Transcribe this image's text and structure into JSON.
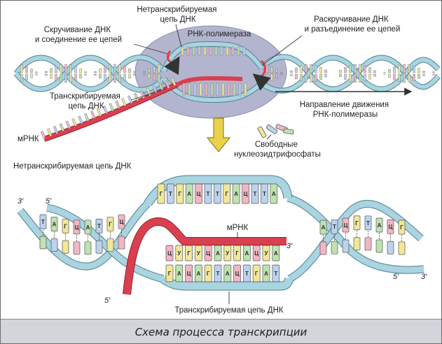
{
  "labels": {
    "nontemplate_top": [
      "Нетранскрибируемая",
      "цепь ДНК"
    ],
    "rewinding": [
      "Скручивание ДНК",
      "и соединение ее цепей"
    ],
    "unwinding": [
      "Раскручивание ДНК",
      "и разъединение ее цепей"
    ],
    "rna_polymerase": "РНК-полимераза",
    "template_top": [
      "Транскрибируемая",
      "цепь ДНК"
    ],
    "direction": [
      "Направление движения",
      "РНК-полимеразы"
    ],
    "mrna_top": "мРНК",
    "free_ntp": [
      "Свободные",
      "нуклеозидтрифосфаты"
    ],
    "nontemplate_bottom": "Нетранскрибируемая цепь ДНК",
    "mrna_bottom": "мРНК",
    "template_bottom": "Транскрибируемая цепь ДНК"
  },
  "ends": {
    "left_top_a": "3′",
    "left_top_b": "5′",
    "mrna_five": "5′",
    "mrna_three": "3′",
    "right_bottom_a": "5′",
    "right_bottom_b": "3′"
  },
  "sequences": {
    "top_strand": [
      "Г",
      "Т",
      "Г",
      "А",
      "Ц",
      "Т",
      "Т",
      "Г",
      "А",
      "Ц",
      "Т",
      "Т",
      "А"
    ],
    "mrna": [
      "Ц",
      "У",
      "Г",
      "У",
      "Ц",
      "А",
      "У",
      "Г",
      "А",
      "Ц",
      "У",
      "А"
    ],
    "template": [
      "Г",
      "А",
      "Ц",
      "А",
      "Г",
      "Т",
      "А",
      "Ц",
      "Т",
      "Г",
      "А",
      "Т"
    ],
    "left_helix": [
      "Т",
      "А",
      "Г",
      "Ц",
      "А",
      "Т",
      "Г",
      "Ц"
    ],
    "right_helix": [
      "А",
      "Т",
      "Ц",
      "Г",
      "Т",
      "А",
      "Ц",
      "Г"
    ]
  },
  "title": "Схема процесса транскрипции",
  "colors": {
    "dna_strand": "#a9d4e0",
    "dna_outline": "#4f7f90",
    "rna_strand": "#d8404f",
    "polymerase": "#b3b5cf",
    "arrow": "#e9d24a",
    "base_yellow": "#f0e79a",
    "base_pink": "#f2b6c4",
    "base_green": "#bfe2b0",
    "base_blue": "#bcd3ee",
    "footer": "#d4d5da"
  }
}
